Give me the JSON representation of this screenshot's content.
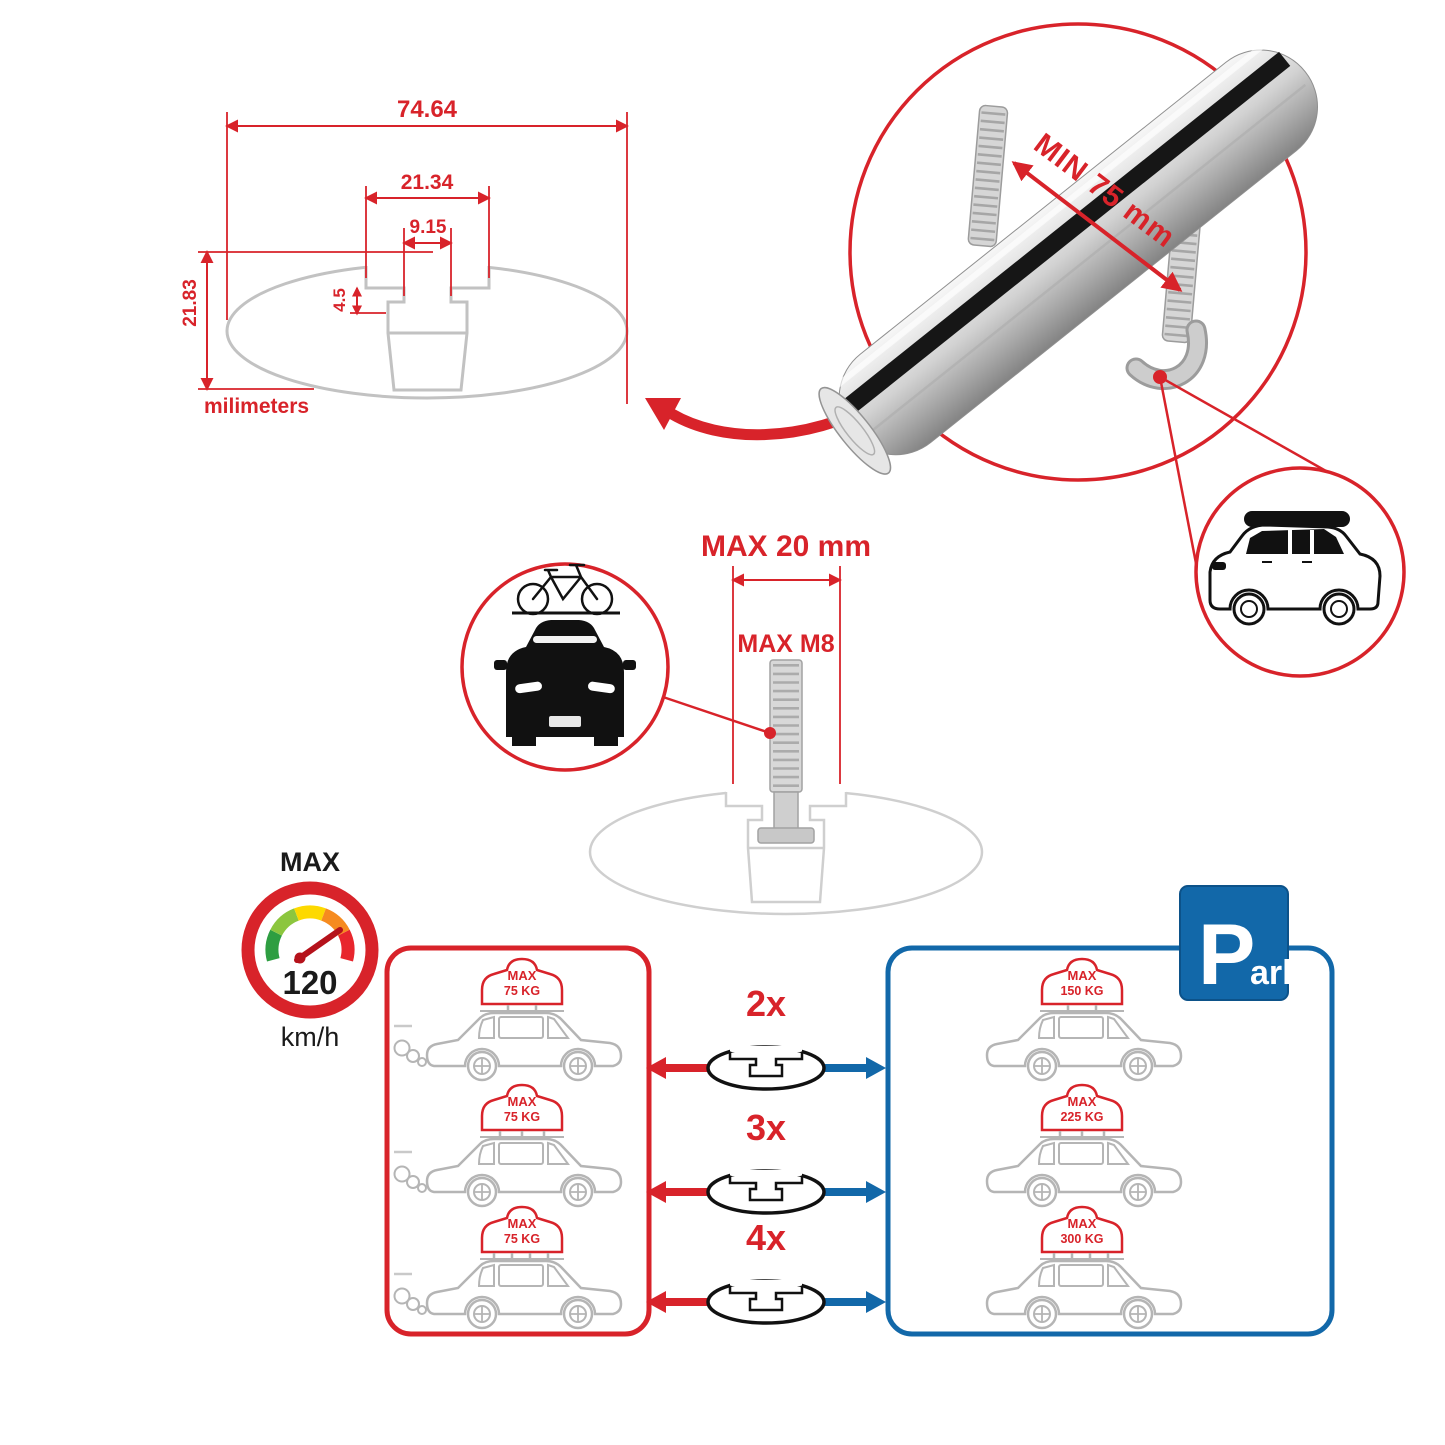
{
  "colors": {
    "red": "#d8232a",
    "blue": "#1268a9",
    "gray": "#b5b5b5",
    "black": "#1a1a1a"
  },
  "cross_section": {
    "width_total": "74.64",
    "width_channel_outer": "21.34",
    "width_channel_inner": "9.15",
    "depth_step": "4.5",
    "height_total": "21.83",
    "units": "milimeters"
  },
  "bar_circle": {
    "min_spread": "MIN 75 mm"
  },
  "bolt_diagram": {
    "max_length": "MAX 20 mm",
    "max_thread": "MAX M8"
  },
  "speed_limit": {
    "label": "MAX",
    "value": "120",
    "unit": "km/h"
  },
  "parking_sign": {
    "letter": "P",
    "rest": "ark"
  },
  "load_rows": [
    {
      "multiplier": "2x",
      "driving": {
        "line1": "MAX",
        "line2": "75 KG"
      },
      "parked": {
        "line1": "MAX",
        "line2": "150 KG"
      }
    },
    {
      "multiplier": "3x",
      "driving": {
        "line1": "MAX",
        "line2": "75 KG"
      },
      "parked": {
        "line1": "MAX",
        "line2": "225 KG"
      }
    },
    {
      "multiplier": "4x",
      "driving": {
        "line1": "MAX",
        "line2": "75 KG"
      },
      "parked": {
        "line1": "MAX",
        "line2": "300 KG"
      }
    }
  ]
}
